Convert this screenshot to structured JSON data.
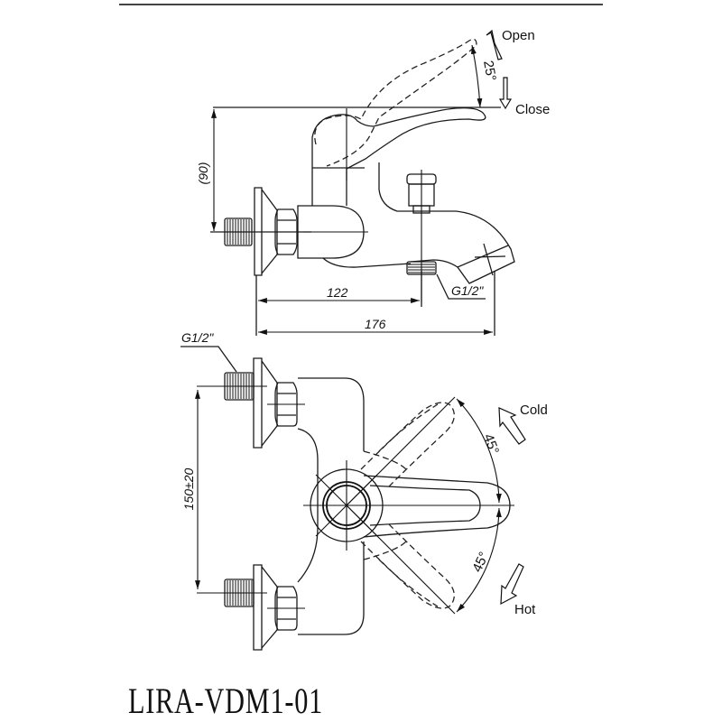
{
  "title": "LIRA-VDM1-01",
  "side_view": {
    "lever_angle": "25°",
    "open_label": "Open",
    "close_label": "Close",
    "height_dim": "(90)",
    "dim_outlet": "122",
    "dim_total": "176",
    "outlet_thread": "G1/2\""
  },
  "top_view": {
    "inlet_thread": "G1/2\"",
    "center_distance": "150±20",
    "cold_angle": "45°",
    "hot_angle": "45°",
    "cold_label": "Cold",
    "hot_label": "Hot"
  },
  "colors": {
    "line": "#111111",
    "background": "#ffffff"
  }
}
